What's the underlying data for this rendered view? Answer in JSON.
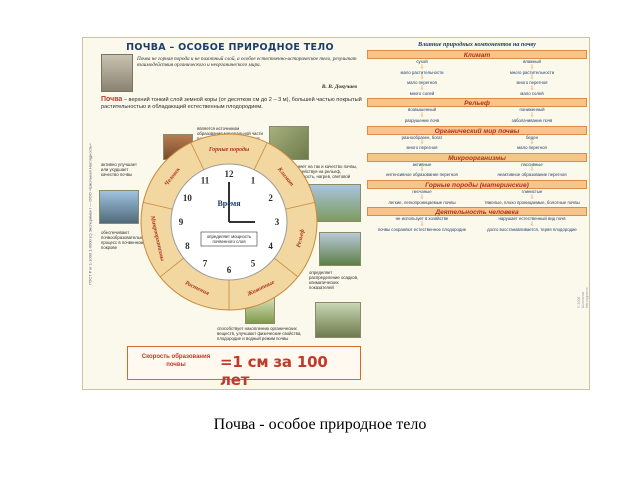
{
  "poster": {
    "side_strip": "ГОСТ Р кг 1-1000 1-0000  (c) Эксперимент — ООО «Школьная Наглядность»",
    "title": "ПОЧВА – ОСОБОЕ ПРИРОДНОЕ ТЕЛО",
    "quote": "Почва не горная порода и не пахотный слой, а особое естественно-историческое тело, результат взаимодействия органического и неорганического мира.",
    "quote_author": "В. В. Докучаев",
    "definition_term": "Почва",
    "definition_text": " – верхний тонкий слой земной коры (от десятков см до 2 – 3 м), большей частью покрытый растительностью и обладающий естественным плодородием.",
    "clock": {
      "center_label": "Время",
      "inner_text": "определяет мощность почвенного слоя",
      "numbers": [
        "12",
        "1",
        "2",
        "3",
        "4",
        "5",
        "6",
        "7",
        "8",
        "9",
        "10",
        "11"
      ],
      "sectors": [
        "Горные породы",
        "Климат",
        "Рельеф",
        "Животные",
        "Растения",
        "Микроорганизмы",
        "Человек"
      ]
    },
    "notes": {
      "top": "является источником образования минеральной части почвы, влияющим на ее состав",
      "top_right": "влияет на так и качество почвы, воздействуя на рельеф, влажность, нагрев, световой режим",
      "left_top": "активно улучшает или ухудшает качество почвы",
      "left_mid": "обеспечивают почвообразовательный процесс в почвенном покрове",
      "right_mid": "определяет распределение осадков, климатических показателей",
      "bottom": "способствует накоплению органических веществ, улучшают физические свойства, плодородие и водный режим почвы"
    },
    "speed_label": "Скорость образования почвы",
    "speed_value": "=1 см за 100 лет",
    "right_title": "Влияние природных компонентов на почву",
    "factors": [
      {
        "head": "Климат",
        "left": [
          "сухой",
          "мало растительности",
          "мало перегноя",
          "много солей"
        ],
        "right": [
          "влажный",
          "много растительности",
          "много перегноя",
          "мало солей"
        ]
      },
      {
        "head": "Рельеф",
        "left": [
          "возвышенный",
          "разрушение почв"
        ],
        "right": [
          "пониженный",
          "заболачивание почв"
        ]
      },
      {
        "head": "Органический мир почвы",
        "left": [
          "разнообразен, богат",
          "много перегноя"
        ],
        "right": [
          "беден",
          "мало перегноя"
        ]
      },
      {
        "head": "Микроорганизмы",
        "left": [
          "активные",
          "интенсивное образование перегноя"
        ],
        "right": [
          "пассивные",
          "неактивное образование перегноя"
        ]
      },
      {
        "head": "Горные породы (материнские)",
        "left": [
          "песчаные",
          "легкие, легкопроницаемые почвы"
        ],
        "right": [
          "глинистые",
          "тяжелые, плохо проницаемые, болотные почвы"
        ]
      },
      {
        "head": "Деятельность человека",
        "left": [
          "не использует в хозяйстве",
          "почвы сохраняют естественное плодородие"
        ],
        "right": [
          "нарушает естественный вид почв",
          "долго восстанавливается, теряя плодородие"
        ]
      }
    ],
    "copyright": "© 2008 Школьная Наглядность"
  },
  "caption": "Почва -  особое природное тело",
  "colors": {
    "accent_red": "#c0392b",
    "title_blue": "#1d3d6b",
    "factor_bg": "#f6c58b",
    "ring_fill": "#f2d7a0",
    "poster_bg": "#fbf8ec"
  }
}
